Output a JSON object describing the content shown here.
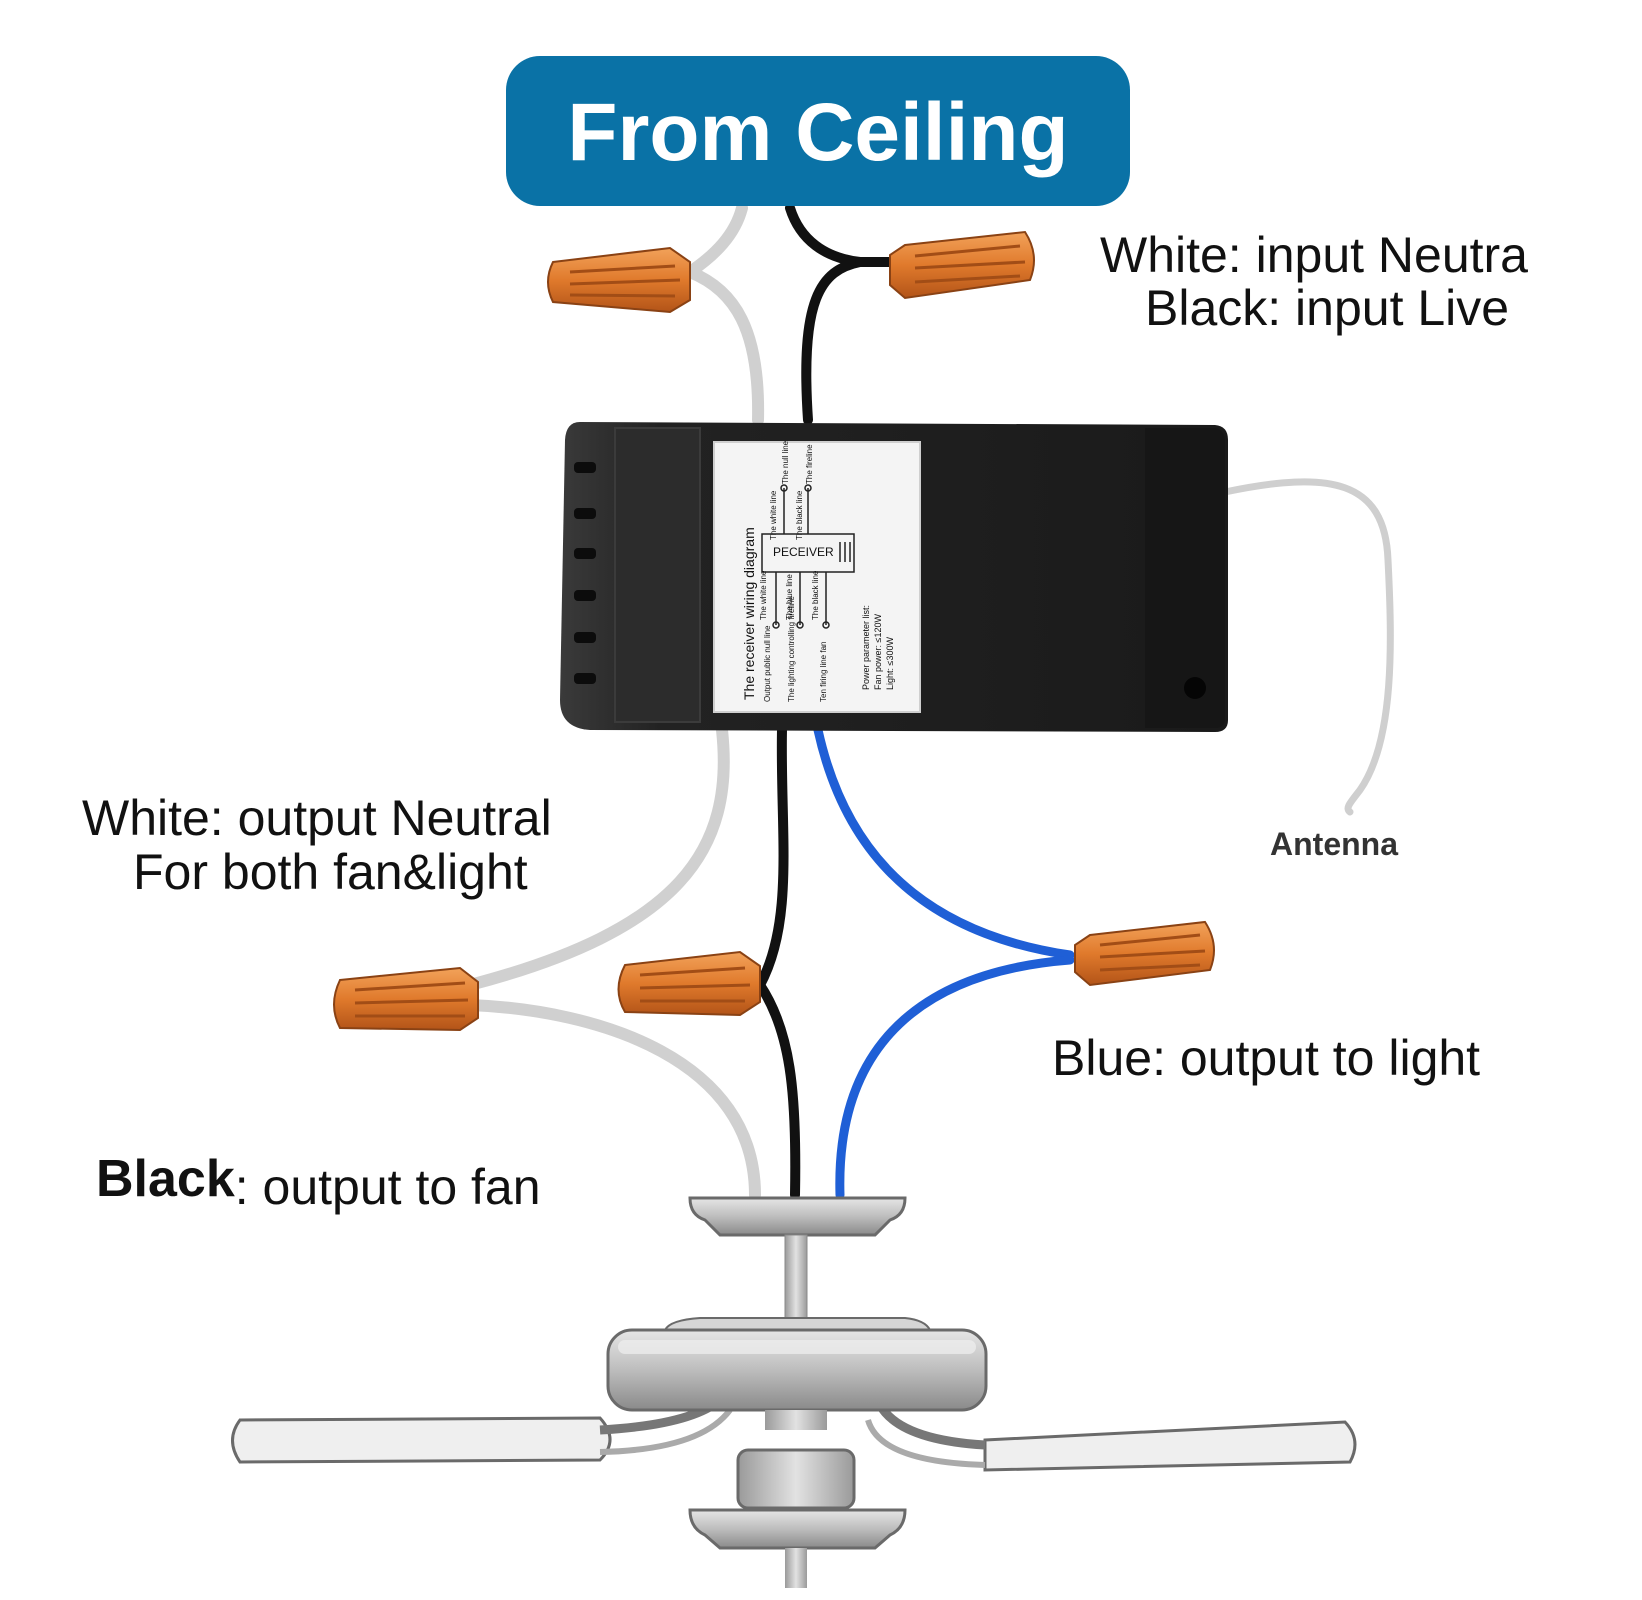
{
  "title": "From Ceiling",
  "labels": {
    "input_white": "White: input Neutra",
    "input_black": "Black: input Live",
    "output_white_line1": "White: output Neutral",
    "output_white_line2": "For both fan&light",
    "output_black_bold": "Black",
    "output_black_rest": ": output to fan",
    "output_blue": "Blue: output to light",
    "antenna": "Antenna"
  },
  "receiver": {
    "sticker_title": "The receiver wiring diagram",
    "box_label": "PECEIVER",
    "white_line_top": "The white line",
    "null_line": "The null line",
    "black_line_top": "The black line",
    "fire_line": "The fireline",
    "white_line_bottom": "The white line",
    "blue_line": "The blue line",
    "black_line_bottom": "The black line",
    "output_null": "Output public null line",
    "lighting_line": "The lighting controlling fireline",
    "fan_line": "Ten firing line fan",
    "params_title": "Power parameter list:",
    "fan_power": "Fan power: ≤120W",
    "light_power": "Light: ≤300W"
  },
  "colors": {
    "banner": "#0a72a6",
    "white_wire": "#cfcfcf",
    "black_wire": "#111111",
    "blue_wire": "#1f5fd6",
    "connector": "#e07a2c",
    "receiver": "#1f1f1f"
  }
}
